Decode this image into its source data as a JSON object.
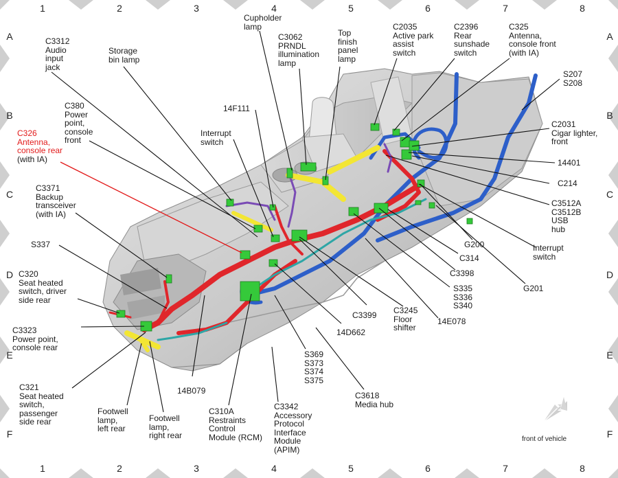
{
  "grid": {
    "columns": [
      "1",
      "2",
      "3",
      "4",
      "5",
      "6",
      "7",
      "8"
    ],
    "rows": [
      "A",
      "B",
      "C",
      "D",
      "E",
      "F"
    ]
  },
  "front_of_vehicle": "front of vehicle",
  "labels": {
    "c3312": "C3312\nAudio\ninput\njack",
    "storage_bin_lamp": "Storage\nbin lamp",
    "cupholder_lamp": "Cupholder\nlamp",
    "c3062": "C3062\nPRNDL\nillumination\nlamp",
    "top_finish_panel_lamp": "Top\nfinish\npanel\nlamp",
    "c2035": "C2035\nActive park\nassist\nswitch",
    "c2396": "C2396\nRear\nsunshade\nswitch",
    "c325": "C325\nAntenna,\nconsole front\n(with IA)",
    "s207": "S207\nS208",
    "c380": "C380\nPower\npoint,\nconsole\nfront",
    "f14f111": "14F111",
    "interrupt_switch_left": "Interrupt\nswitch",
    "c326_red": "C326\nAntenna,\nconsole rear",
    "c326_ia": "(with IA)",
    "c2031": "C2031\nCigar lighter,\nfront",
    "p14401": "14401",
    "c214": "C214",
    "c3371": "C3371\nBackup\ntransceiver\n(with IA)",
    "c3512": "C3512A\nC3512B\nUSB\nhub",
    "s337": "S337",
    "g200": "G200",
    "interrupt_switch_right": "Interrupt\nswitch",
    "c314": "C314",
    "c3398": "C3398",
    "c320": "C320\nSeat heated\nswitch, driver\nside rear",
    "g201": "G201",
    "s335": "S335\nS336\nS340",
    "c3399": "C3399",
    "c3245": "C3245\nFloor\nshifter",
    "e14e078": "14E078",
    "c3323": "C3323\nPower point,\nconsole rear",
    "d14d662": "14D662",
    "s369": "S369\nS373\nS374\nS375",
    "c321": "C321\nSeat heated\nswitch,\npassenger\nside rear",
    "b14b079": "14B079",
    "c3618": "C3618\nMedia hub",
    "footwell_left": "Footwell\nlamp,\nleft rear",
    "footwell_right": "Footwell\nlamp,\nright rear",
    "c310a": "C310A\nRestraints\nControl\nModule (RCM)",
    "c3342": "C3342\nAccessory\nProtocol\nInterface\nModule\n(APIM)"
  }
}
